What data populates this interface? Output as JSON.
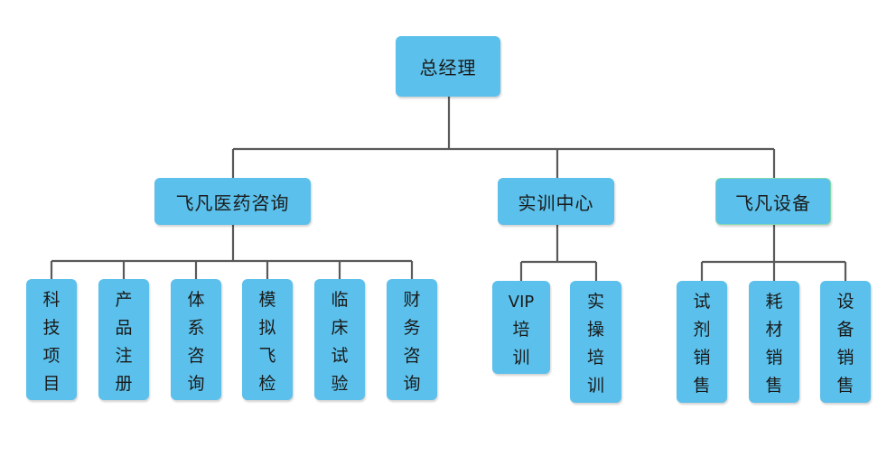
{
  "root": "总经理",
  "divisions": [
    {
      "label": "飞凡医药咨询",
      "children": [
        "科技项目",
        "产品注册",
        "体系咨询",
        "模拟飞检",
        "临床试验",
        "财务咨询"
      ]
    },
    {
      "label": "实训中心",
      "children": [
        [
          "VIP",
          "培",
          "训"
        ],
        [
          "实",
          "操",
          "培",
          "训"
        ]
      ]
    },
    {
      "label": "飞凡设备",
      "children": [
        "试剂销售",
        "耗材销售",
        "设备销售"
      ]
    }
  ],
  "colors": {
    "box": "#5bc0eb",
    "line": "#595959",
    "text": "#1a1a1a"
  }
}
